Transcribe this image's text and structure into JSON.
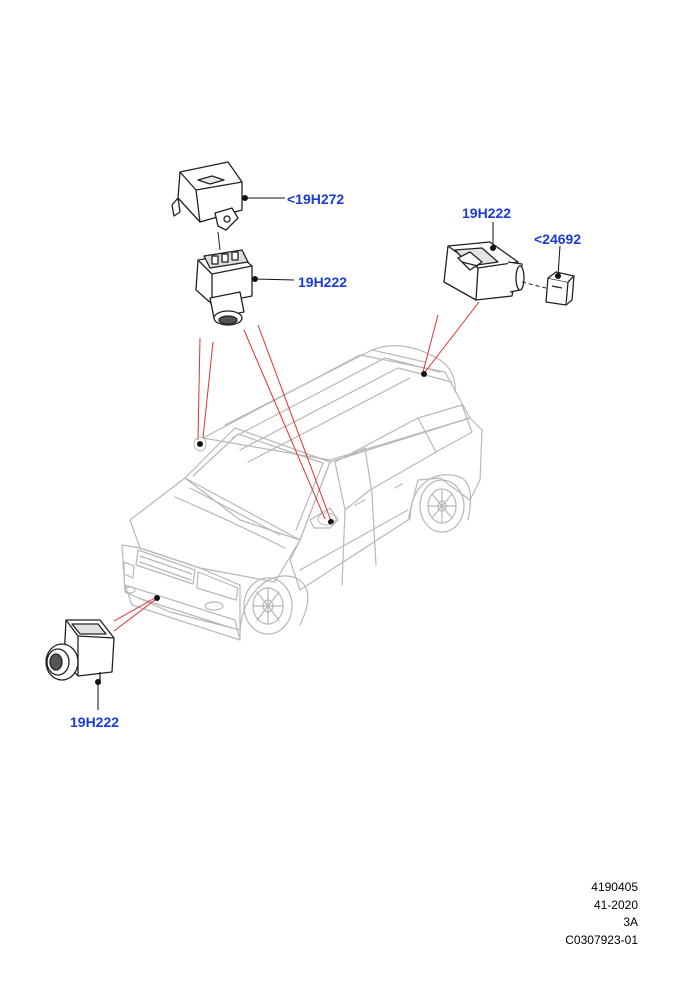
{
  "colors": {
    "callout": "#1a3bd6",
    "leader_red": "#e03030",
    "car_line": "#b8b8b8",
    "part_line": "#222222"
  },
  "callouts": {
    "top_cover": "<19H272",
    "top_camera": "19H222",
    "rear_camera": "19H222",
    "rear_clip": "<24692",
    "front_camera": "19H222"
  },
  "footer": {
    "illustration_number": "4190405",
    "date_code": "41-2020",
    "revision": "3A",
    "catalogue_code": "C0307923-01"
  }
}
